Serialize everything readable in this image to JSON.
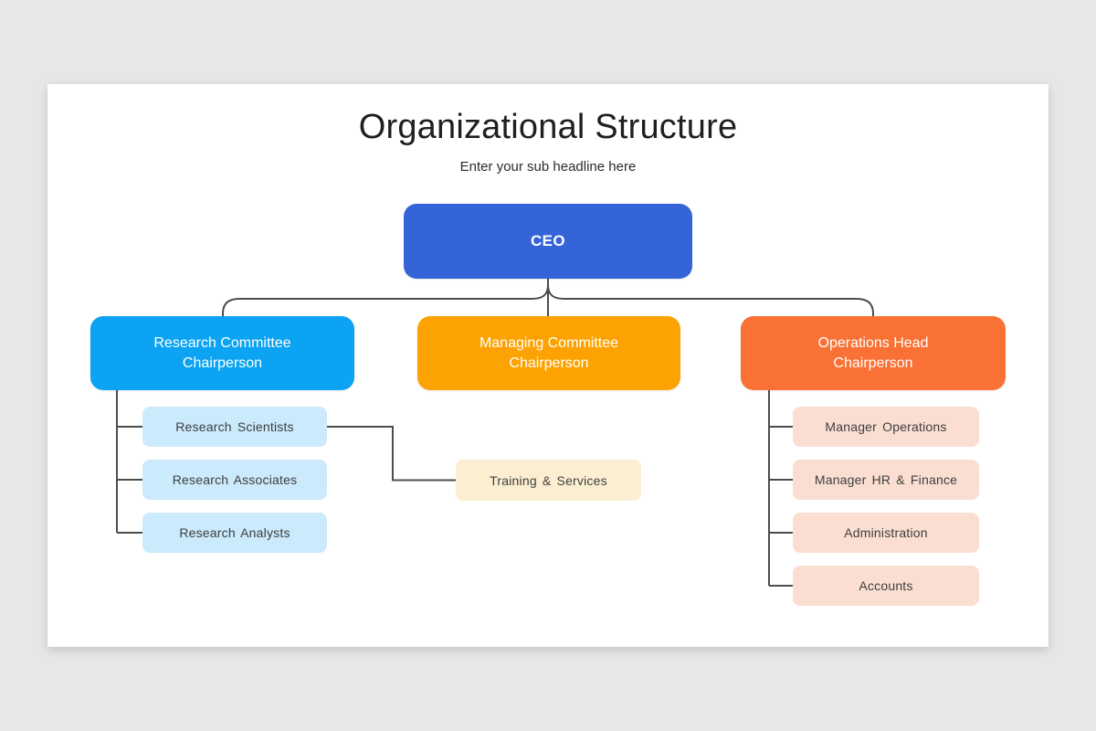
{
  "slide": {
    "title": "Organizational Structure",
    "subtitle": "Enter your sub headline here",
    "background_color": "#e7e7e9",
    "card_color": "#ffffff"
  },
  "org_chart": {
    "connector_color": "#4d4d4d",
    "root": {
      "label": "CEO",
      "color": "#3564d8",
      "text_color": "#ffffff"
    },
    "branches": [
      {
        "label": "Research Committee Chairperson",
        "color": "#0ba3f2",
        "children_color": "#cbeafb",
        "children": [
          {
            "label": "Research Scientists"
          },
          {
            "label": "Research Associates"
          },
          {
            "label": "Research Analysts"
          }
        ]
      },
      {
        "label": "Managing Committee Chairperson",
        "color": "#fca303",
        "children_color": "#fcefd1",
        "children": [
          {
            "label": "Training & Services"
          }
        ]
      },
      {
        "label": "Operations Head Chairperson",
        "color": "#f97134",
        "children_color": "#fbded2",
        "children": [
          {
            "label": "Manager Operations"
          },
          {
            "label": "Manager HR & Finance"
          },
          {
            "label": "Administration"
          },
          {
            "label": "Accounts"
          }
        ]
      }
    ]
  }
}
